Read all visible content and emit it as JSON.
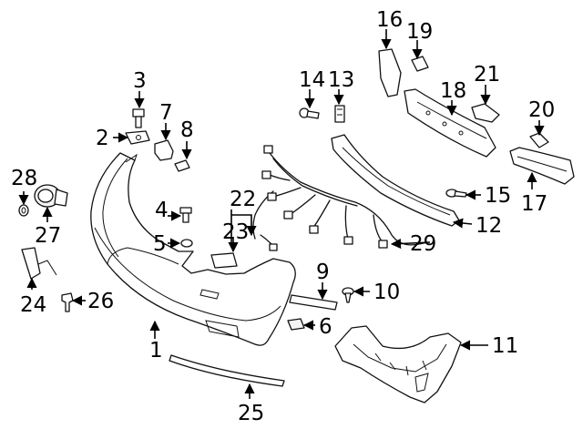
{
  "callouts": [
    {
      "id": "c1",
      "text": "1"
    },
    {
      "id": "c2",
      "text": "2"
    },
    {
      "id": "c3",
      "text": "3"
    },
    {
      "id": "c4",
      "text": "4"
    },
    {
      "id": "c5",
      "text": "5"
    },
    {
      "id": "c6",
      "text": "6"
    },
    {
      "id": "c7",
      "text": "7"
    },
    {
      "id": "c8",
      "text": "8"
    },
    {
      "id": "c9",
      "text": "9"
    },
    {
      "id": "c10",
      "text": "10"
    },
    {
      "id": "c11",
      "text": "11"
    },
    {
      "id": "c12",
      "text": "12"
    },
    {
      "id": "c13",
      "text": "13"
    },
    {
      "id": "c14",
      "text": "14"
    },
    {
      "id": "c15",
      "text": "15"
    },
    {
      "id": "c16",
      "text": "16"
    },
    {
      "id": "c17",
      "text": "17"
    },
    {
      "id": "c18",
      "text": "18"
    },
    {
      "id": "c19",
      "text": "19"
    },
    {
      "id": "c20",
      "text": "20"
    },
    {
      "id": "c21",
      "text": "21"
    },
    {
      "id": "c22",
      "text": "22"
    },
    {
      "id": "c23",
      "text": "23"
    },
    {
      "id": "c24",
      "text": "24"
    },
    {
      "id": "c25",
      "text": "25"
    },
    {
      "id": "c26",
      "text": "26"
    },
    {
      "id": "c27",
      "text": "27"
    },
    {
      "id": "c28",
      "text": "28"
    },
    {
      "id": "c29",
      "text": "29"
    }
  ]
}
